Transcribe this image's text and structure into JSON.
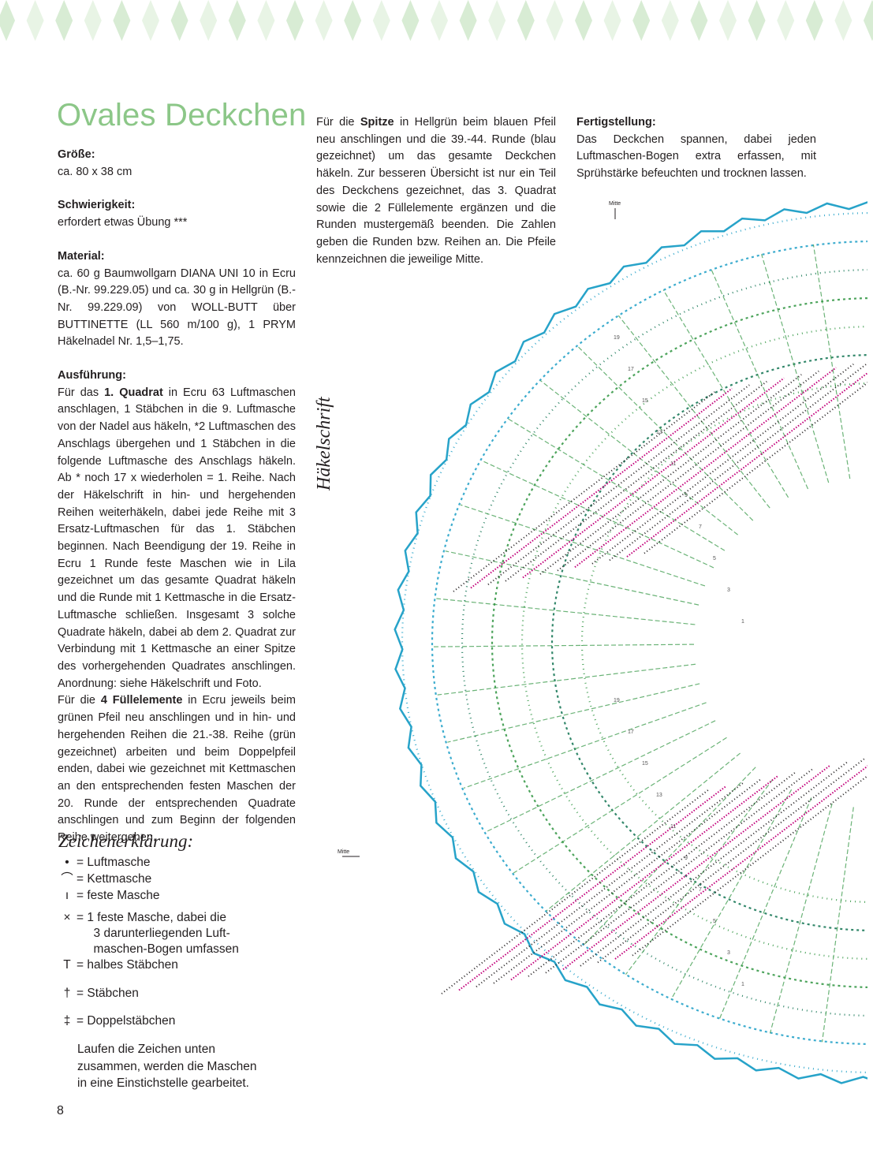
{
  "title": "Ovales Deckchen",
  "groesse": {
    "heading": "Größe:",
    "text": "ca. 80 x 38 cm"
  },
  "schwierigkeit": {
    "heading": "Schwierigkeit:",
    "text": "erfordert etwas Übung ***"
  },
  "material": {
    "heading": "Material:",
    "text": "ca. 60 g Baumwollgarn DIANA UNI 10 in Ecru (B.-Nr. 99.229.05) und ca. 30 g in Hellgrün (B.-Nr. 99.229.09) von WOLL-BUTT über BUTTINETTE (LL 560 m/100 g), 1 PRYM Häkelnadel Nr. 1,5–1,75."
  },
  "ausfuehrung": {
    "heading": "Ausführung:",
    "p1_a": "Für das ",
    "p1_bold": "1. Quadrat",
    "p1_b": " in Ecru 63 Luftmaschen anschlagen, 1 Stäbchen in die 9. Luftmasche von der Nadel aus häkeln, *2 Luftmaschen des Anschlags übergehen und 1 Stäbchen in die folgende Luftmasche des Anschlags häkeln. Ab * noch 17 x wiederholen = 1. Reihe. Nach der Häkelschrift in hin- und hergehenden Reihen weiterhäkeln, dabei jede Reihe mit 3 Ersatz-Luftmaschen für das 1. Stäbchen beginnen. Nach Beendigung der 19. Reihe in Ecru 1 Runde feste Maschen wie in Lila gezeichnet um das gesamte Quadrat häkeln und die Runde mit 1 Kettmasche in die Ersatz-Luftmasche schließen. Insgesamt 3 solche Quadrate häkeln, dabei ab dem 2. Quadrat zur Verbindung mit 1 Kettmasche an einer Spitze des vorhergehenden Quadrates anschlingen. Anordnung: siehe Häkelschrift und Foto.",
    "p2_a": "Für die ",
    "p2_bold": "4 Füllelemente",
    "p2_b": " in Ecru jeweils beim grünen Pfeil neu anschlingen und in hin- und hergehenden Reihen die 21.-38. Reihe (grün gezeichnet) arbeiten und beim Doppelpfeil enden, dabei wie gezeichnet mit Kettmaschen an den entsprechenden festen Maschen der 20. Runde der entsprechenden Quadrate anschlingen und zum Beginn der folgenden Reihe weitergehen."
  },
  "spitze": {
    "p_a": "Für die ",
    "p_bold": "Spitze",
    "p_b": " in Hellgrün beim blauen Pfeil neu anschlingen und die 39.-44. Runde (blau gezeichnet) um das gesamte Deckchen häkeln. Zur besseren Übersicht ist nur ein Teil des Deckchens gezeichnet, das 3. Quadrat sowie die 2 Füllelemente ergänzen und die Runden mustergemäß beenden. Die Zahlen geben die Runden bzw. Reihen an. Die Pfeile kennzeichnen die jeweilige Mitte."
  },
  "fertigstellung": {
    "heading": "Fertigstellung:",
    "text": "Das Deckchen spannen, dabei jeden Luftmaschen-Bogen extra erfassen, mit Sprühstärke befeuchten und trocknen lassen."
  },
  "chart": {
    "label": "Häkelschrift",
    "mitte_top": "Mitte",
    "mitte_left": "Mitte",
    "row_numbers_top": [
      "19",
      "17",
      "15",
      "13",
      "11",
      "9",
      "7",
      "5",
      "3",
      "1"
    ],
    "row_numbers_bottom": [
      "19",
      "17",
      "15",
      "13",
      "11",
      "9",
      "7",
      "5",
      "3",
      "1"
    ],
    "colors": {
      "ecru_rows": "#231f20",
      "lila": "#c2007a",
      "gruen": "#3a9a4a",
      "blau": "#27a3c9",
      "dunkelgruen": "#1c7a5a"
    }
  },
  "legend": {
    "title": "Zeichenerklärung:",
    "items": [
      {
        "symbol": "•",
        "text": "= Luftmasche"
      },
      {
        "symbol": "⌒",
        "text": "= Kettmasche"
      },
      {
        "symbol": "ı",
        "text": "= feste Masche"
      },
      {
        "symbol": "×",
        "text": "= 1 feste Masche, dabei die",
        "text2": "3 darunterliegenden Luft-",
        "text3": "maschen-Bogen umfassen"
      },
      {
        "symbol": "T",
        "text": "= halbes Stäbchen"
      },
      {
        "symbol": "†",
        "text": "= Stäbchen"
      },
      {
        "symbol": "‡",
        "text": "= Doppelstäbchen"
      }
    ],
    "note1": "Laufen die Zeichen unten",
    "note2": "zusammen, werden die Maschen",
    "note3": "in eine Einstichstelle gearbeitet."
  },
  "page_number": "8"
}
